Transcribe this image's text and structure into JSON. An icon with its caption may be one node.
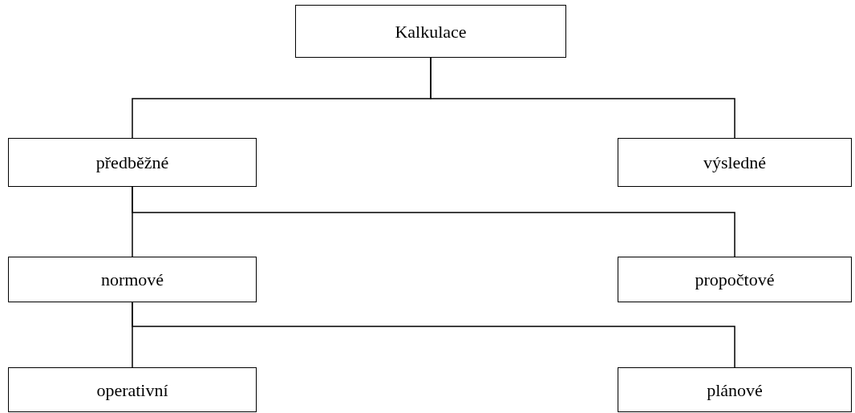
{
  "diagram": {
    "nodes": [
      {
        "text": [
          "Kalkulace"
        ]
      },
      {
        "text": [
          "předběžné"
        ]
      },
      {
        "text": [
          "výsledné"
        ]
      },
      {
        "text": [
          "normové"
        ]
      },
      {
        "text": [
          "propočtové"
        ]
      },
      {
        "text": [
          "operativní"
        ]
      },
      {
        "text": [
          "plánové"
        ]
      }
    ],
    "edges": [
      {
        "from": 0,
        "to": 1,
        "arrow": "none"
      },
      {
        "from": 0,
        "to": 2,
        "arrow": "none"
      },
      {
        "from": 1,
        "to": 3,
        "arrow": "none"
      },
      {
        "from": 1,
        "to": 4,
        "arrow": "none"
      },
      {
        "from": 3,
        "to": 5,
        "arrow": "none"
      },
      {
        "from": 3,
        "to": 6,
        "arrow": "none"
      }
    ]
  }
}
